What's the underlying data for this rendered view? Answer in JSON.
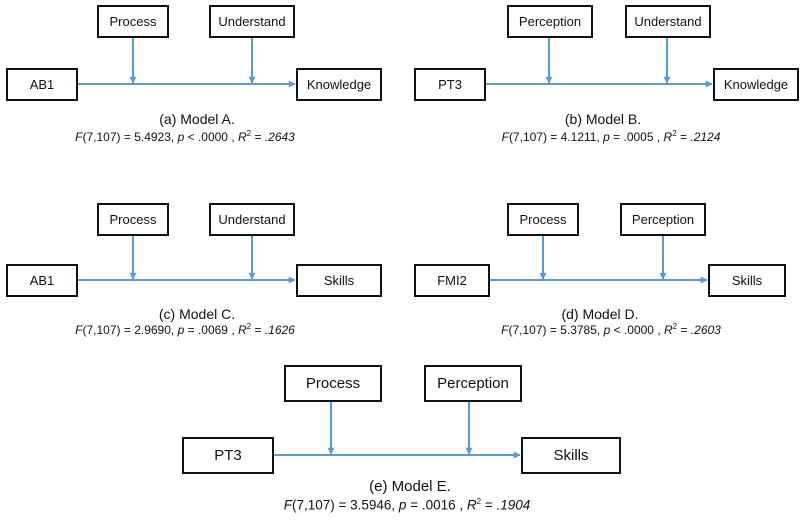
{
  "colors": {
    "arrow": "#5b9bd5",
    "border": "#111111"
  },
  "models": [
    {
      "id": "a",
      "source": "AB1",
      "target": "Knowledge",
      "moderators": [
        "Process",
        "Understand"
      ],
      "caption": "(a)  Model A.",
      "stats": {
        "df": "(7,107) = 5.4923,",
        "p": "< .0000",
        "r2": ".2643"
      }
    },
    {
      "id": "b",
      "source": "PT3",
      "target": "Knowledge",
      "moderators": [
        "Perception",
        "Understand"
      ],
      "caption": "(b)  Model B.",
      "stats": {
        "df": "(7,107) = 4.1211,",
        "p": "= .0005",
        "r2": ".2124"
      }
    },
    {
      "id": "c",
      "source": "AB1",
      "target": "Skills",
      "moderators": [
        "Process",
        "Understand"
      ],
      "caption": "(c)  Model C.",
      "stats": {
        "df": "(7,107) = 2.9690,",
        "p": "= .0069",
        "r2": ".1626"
      }
    },
    {
      "id": "d",
      "source": "FMI2",
      "target": "Skills",
      "moderators": [
        "Process",
        "Perception"
      ],
      "caption": "(d)  Model D.",
      "stats": {
        "df": "(7,107) = 5.3785,",
        "p": "< .0000",
        "r2": ".2603"
      }
    },
    {
      "id": "e",
      "source": "PT3",
      "target": "Skills",
      "moderators": [
        "Process",
        "Perception"
      ],
      "caption": "(e)  Model E.",
      "stats": {
        "df": "(7,107) = 3.5946,",
        "p": "= .0016",
        "r2": ".1904"
      }
    }
  ],
  "stat_symbols": {
    "f": "F",
    "p": "p",
    "r": "R",
    "sup": "2"
  }
}
